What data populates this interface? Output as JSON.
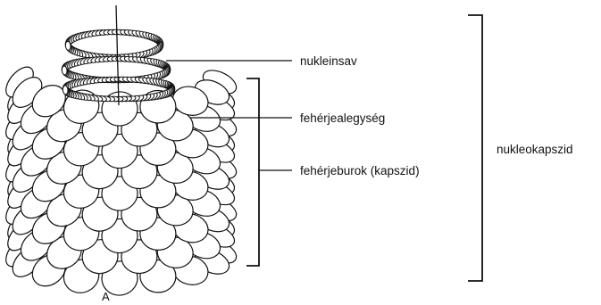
{
  "labels": {
    "nucleic_acid": "nukleinsav",
    "protein_subunit": "fehérjealegység",
    "protein_coat": "fehérjeburok (kapszid)",
    "nucleocapsid": "nukleokapszid"
  },
  "figure_letter": "A"
}
